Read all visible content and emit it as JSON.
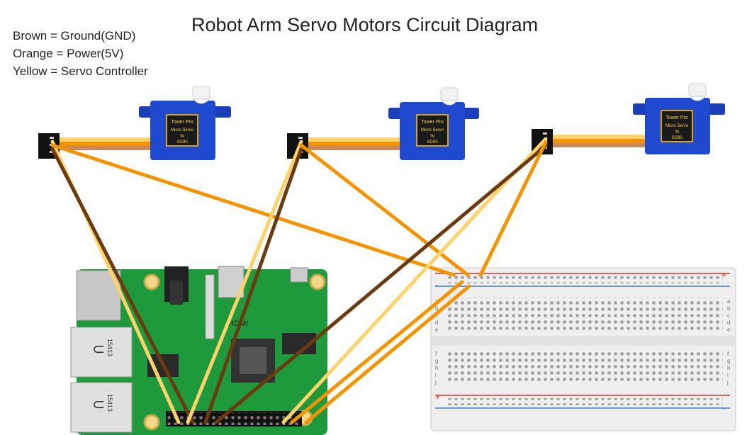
{
  "title": "Robot Arm Servo Motors Circuit Diagram",
  "legend": [
    "Brown = Ground(GND)",
    "Orange = Power(5V)",
    "Yellow = Servo Controller"
  ],
  "servo": {
    "brand": "Tower Pro",
    "line1": "Micro Servo",
    "line2": "9g",
    "model": "SG90"
  },
  "wire_colors": {
    "brown": "#6b3a0f",
    "orange": "#f39400",
    "yellow": "#ffd36a"
  },
  "usb_label": "15413",
  "hdmi_label": "HDMI",
  "breadboard": {
    "plus": "+",
    "minus": "-",
    "rows_top": [
      "a",
      "b",
      "c",
      "d",
      "e"
    ],
    "rows_bottom": [
      "f",
      "g",
      "h",
      "i",
      "j"
    ],
    "rail_red": "#d9382c",
    "rail_blue": "#3f7fd0"
  }
}
